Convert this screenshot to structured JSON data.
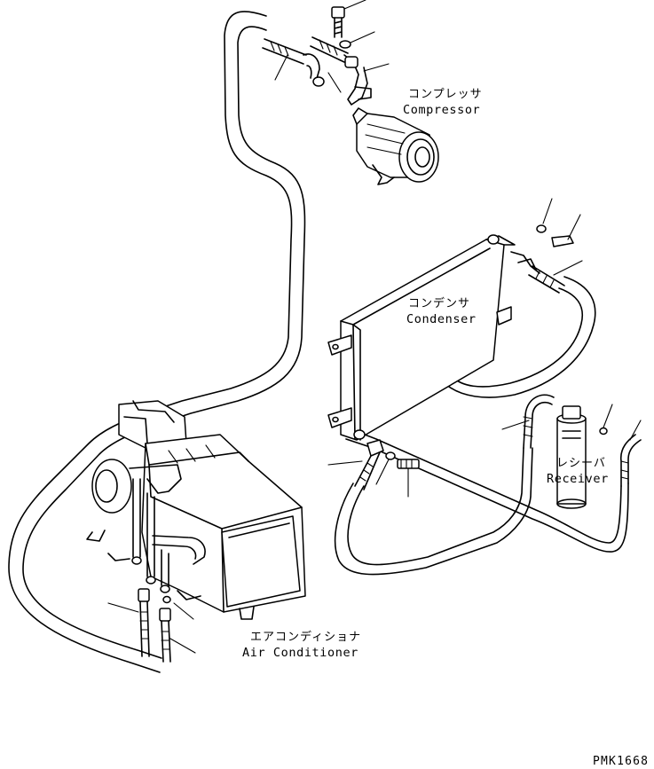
{
  "labels": {
    "compressor_jp": "コンプレッサ",
    "compressor_en": "Compressor",
    "condenser_jp": "コンデンサ",
    "condenser_en": "Condenser",
    "receiver_jp": "レシーバ",
    "receiver_en": "Receiver",
    "aircon_jp": "エアコンディショナ",
    "aircon_en": "Air Conditioner"
  },
  "drawing_code": "PMK1668"
}
